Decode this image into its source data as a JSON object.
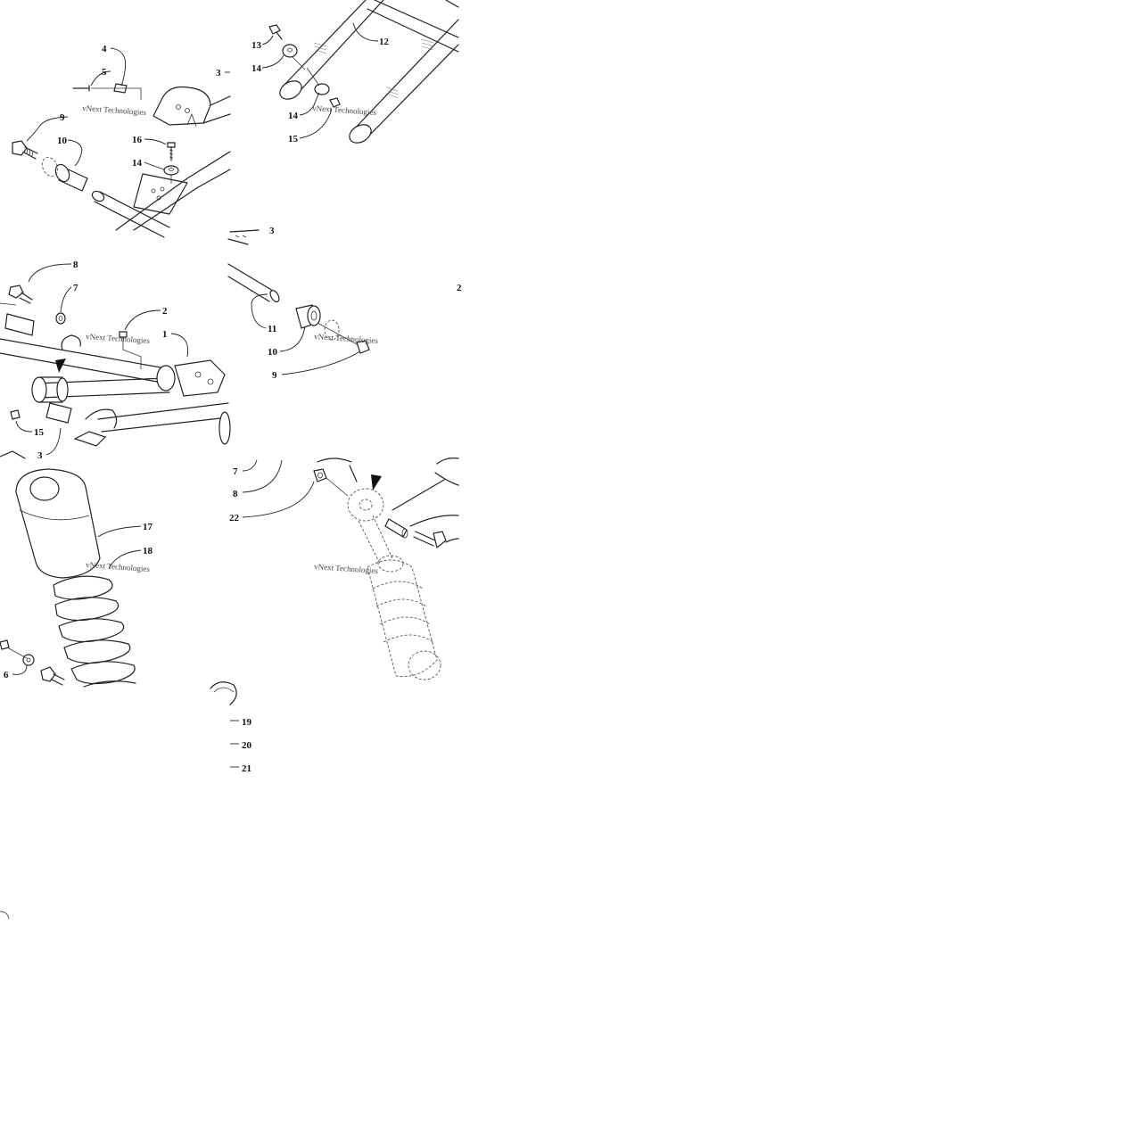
{
  "watermark": "vNext Technologies",
  "callouts": {
    "t1": [
      "4",
      "5",
      "3",
      "9",
      "10",
      "16",
      "14"
    ],
    "t2": [
      "13",
      "12",
      "14",
      "14",
      "15"
    ],
    "t3": [
      "8",
      "7",
      "2",
      "1",
      "15",
      "3"
    ],
    "t4": [
      "11",
      "10",
      "9"
    ],
    "t5": [
      "17",
      "18",
      "6"
    ],
    "t6": [
      "7",
      "8",
      "22"
    ],
    "legend": [
      "19",
      "20",
      "21"
    ]
  }
}
